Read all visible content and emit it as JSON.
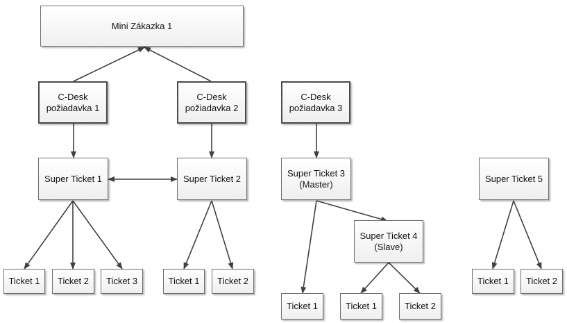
{
  "nodes": {
    "mini_zakazka_1": "Mini Zákazka 1",
    "cdesk_1": "C-Desk\npožiadavka 1",
    "cdesk_2": "C-Desk\npožiadavka 2",
    "cdesk_3": "C-Desk\npožiadavka 3",
    "super_ticket_1": "Super Ticket 1",
    "super_ticket_2": "Super Ticket 2",
    "super_ticket_3": "Super Ticket 3\n(Master)",
    "super_ticket_4": "Super Ticket 4\n(Slave)",
    "super_ticket_5": "Super Ticket 5",
    "st1_ticket_1": "Ticket 1",
    "st1_ticket_2": "Ticket 2",
    "st1_ticket_3": "Ticket 3",
    "st2_ticket_1": "Ticket 1",
    "st2_ticket_2": "Ticket 2",
    "st3_ticket_1": "Ticket 1",
    "st4_ticket_1": "Ticket 1",
    "st4_ticket_2": "Ticket 2",
    "st5_ticket_1": "Ticket 1",
    "st5_ticket_2": "Ticket 2"
  },
  "edges": [
    {
      "from": "cdesk_1",
      "to": "mini_zakazka_1"
    },
    {
      "from": "cdesk_2",
      "to": "mini_zakazka_1"
    },
    {
      "from": "cdesk_1",
      "to": "super_ticket_1"
    },
    {
      "from": "cdesk_2",
      "to": "super_ticket_2"
    },
    {
      "from": "cdesk_3",
      "to": "super_ticket_3"
    },
    {
      "from": "super_ticket_1",
      "to": "super_ticket_2",
      "bidirectional": true
    },
    {
      "from": "super_ticket_1",
      "to": "st1_ticket_1"
    },
    {
      "from": "super_ticket_1",
      "to": "st1_ticket_2"
    },
    {
      "from": "super_ticket_1",
      "to": "st1_ticket_3"
    },
    {
      "from": "super_ticket_2",
      "to": "st2_ticket_1"
    },
    {
      "from": "super_ticket_2",
      "to": "st2_ticket_2"
    },
    {
      "from": "super_ticket_3",
      "to": "st3_ticket_1"
    },
    {
      "from": "super_ticket_3",
      "to": "super_ticket_4"
    },
    {
      "from": "super_ticket_4",
      "to": "st4_ticket_1"
    },
    {
      "from": "super_ticket_4",
      "to": "st4_ticket_2"
    },
    {
      "from": "super_ticket_5",
      "to": "st5_ticket_1"
    },
    {
      "from": "super_ticket_5",
      "to": "st5_ticket_2"
    }
  ],
  "colors": {
    "edge": "#404040",
    "node_border": "#6e6e6e",
    "node_fill": "#f4f4f4"
  }
}
